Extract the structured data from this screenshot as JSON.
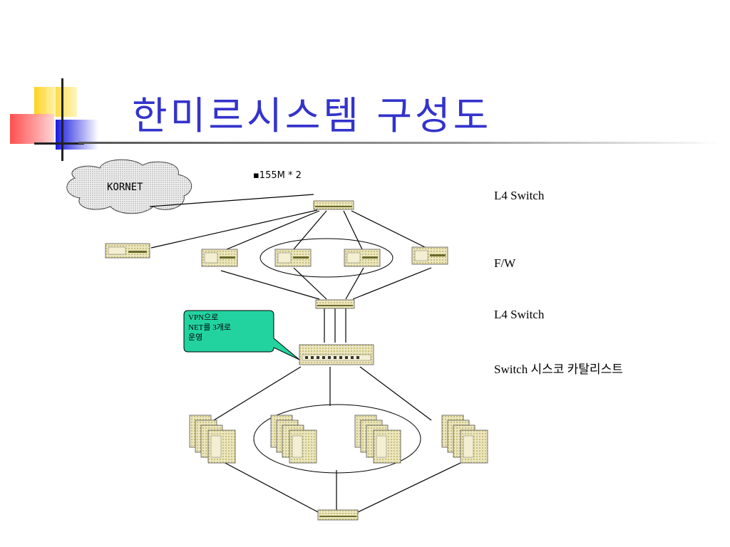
{
  "slide": {
    "title": "한미르시스템 구성도"
  },
  "diagram": {
    "cloud_label": "KORNET",
    "link_speed": "▪155M * 2",
    "callout": [
      "VPN으로",
      "NET를 3개로",
      "운영"
    ],
    "tier_labels": [
      "L4 Switch",
      "F/W",
      "L4 Switch",
      "Switch 시스코 카탈리스트"
    ]
  },
  "colors": {
    "title": "#3333cc",
    "callout_fill": "#22d3a0",
    "device_fill": "#e8e2b8",
    "device_accent": "#8a8a3a",
    "deco_yellow": "#ffd21f",
    "deco_red": "#ff4d4d",
    "deco_blue": "#2222dd"
  },
  "icons": [
    "cloud-icon",
    "l4-switch-icon",
    "firewall-icon",
    "catalyst-switch-icon",
    "server-rack-icon"
  ]
}
